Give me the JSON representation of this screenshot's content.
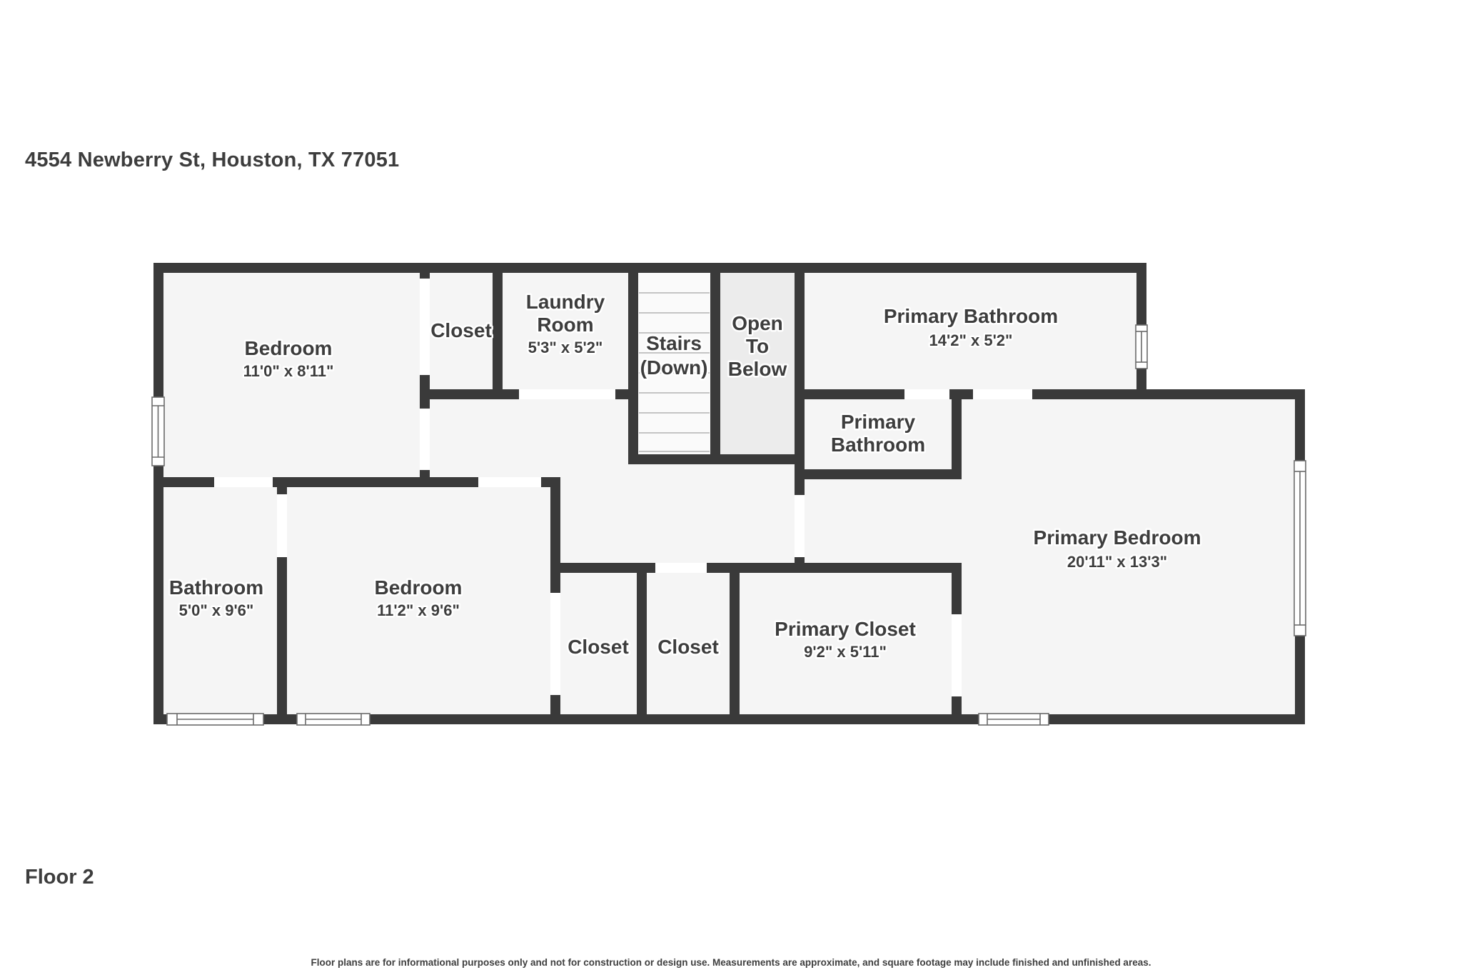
{
  "header": {
    "address": "4554 Newberry St, Houston, TX 77051"
  },
  "floor_plan": {
    "rooms": [
      {
        "id": "bedroom-1",
        "lines": [
          "Bedroom"
        ],
        "dims": "11'0\" x 8'11\""
      },
      {
        "id": "closet-top",
        "lines": [
          "Closet"
        ],
        "dims": ""
      },
      {
        "id": "laundry-room",
        "lines": [
          "Laundry",
          "Room"
        ],
        "dims": "5'3\" x 5'2\""
      },
      {
        "id": "stairs",
        "lines": [
          "Stairs",
          "(Down)"
        ],
        "dims": ""
      },
      {
        "id": "open-to-below",
        "lines": [
          "Open",
          "To",
          "Below"
        ],
        "dims": ""
      },
      {
        "id": "primary-bathroom",
        "lines": [
          "Primary Bathroom"
        ],
        "dims": "14'2\" x 5'2\""
      },
      {
        "id": "primary-bathroom-wc",
        "lines": [
          "Primary",
          "Bathroom"
        ],
        "dims": ""
      },
      {
        "id": "primary-bedroom",
        "lines": [
          "Primary Bedroom"
        ],
        "dims": "20'11\" x 13'3\""
      },
      {
        "id": "bathroom",
        "lines": [
          "Bathroom"
        ],
        "dims": "5'0\" x 9'6\""
      },
      {
        "id": "bedroom-2",
        "lines": [
          "Bedroom"
        ],
        "dims": "11'2\" x 9'6\""
      },
      {
        "id": "closet-1",
        "lines": [
          "Closet"
        ],
        "dims": ""
      },
      {
        "id": "closet-2",
        "lines": [
          "Closet"
        ],
        "dims": ""
      },
      {
        "id": "primary-closet",
        "lines": [
          "Primary Closet"
        ],
        "dims": "9'2\" x 5'11\""
      }
    ]
  },
  "footer": {
    "floor_label": "Floor 2",
    "disclaimer": "Floor plans are for informational purposes only and not for construction or design use. Measurements are approximate, and square footage may include finished and unfinished areas."
  },
  "colors": {
    "wall": "#3a3a3a",
    "floor": "#f5f5f5",
    "open_to_below": "#ececec",
    "stair_tread": "#c4c4c4",
    "label_text": "#3d3d3d"
  }
}
